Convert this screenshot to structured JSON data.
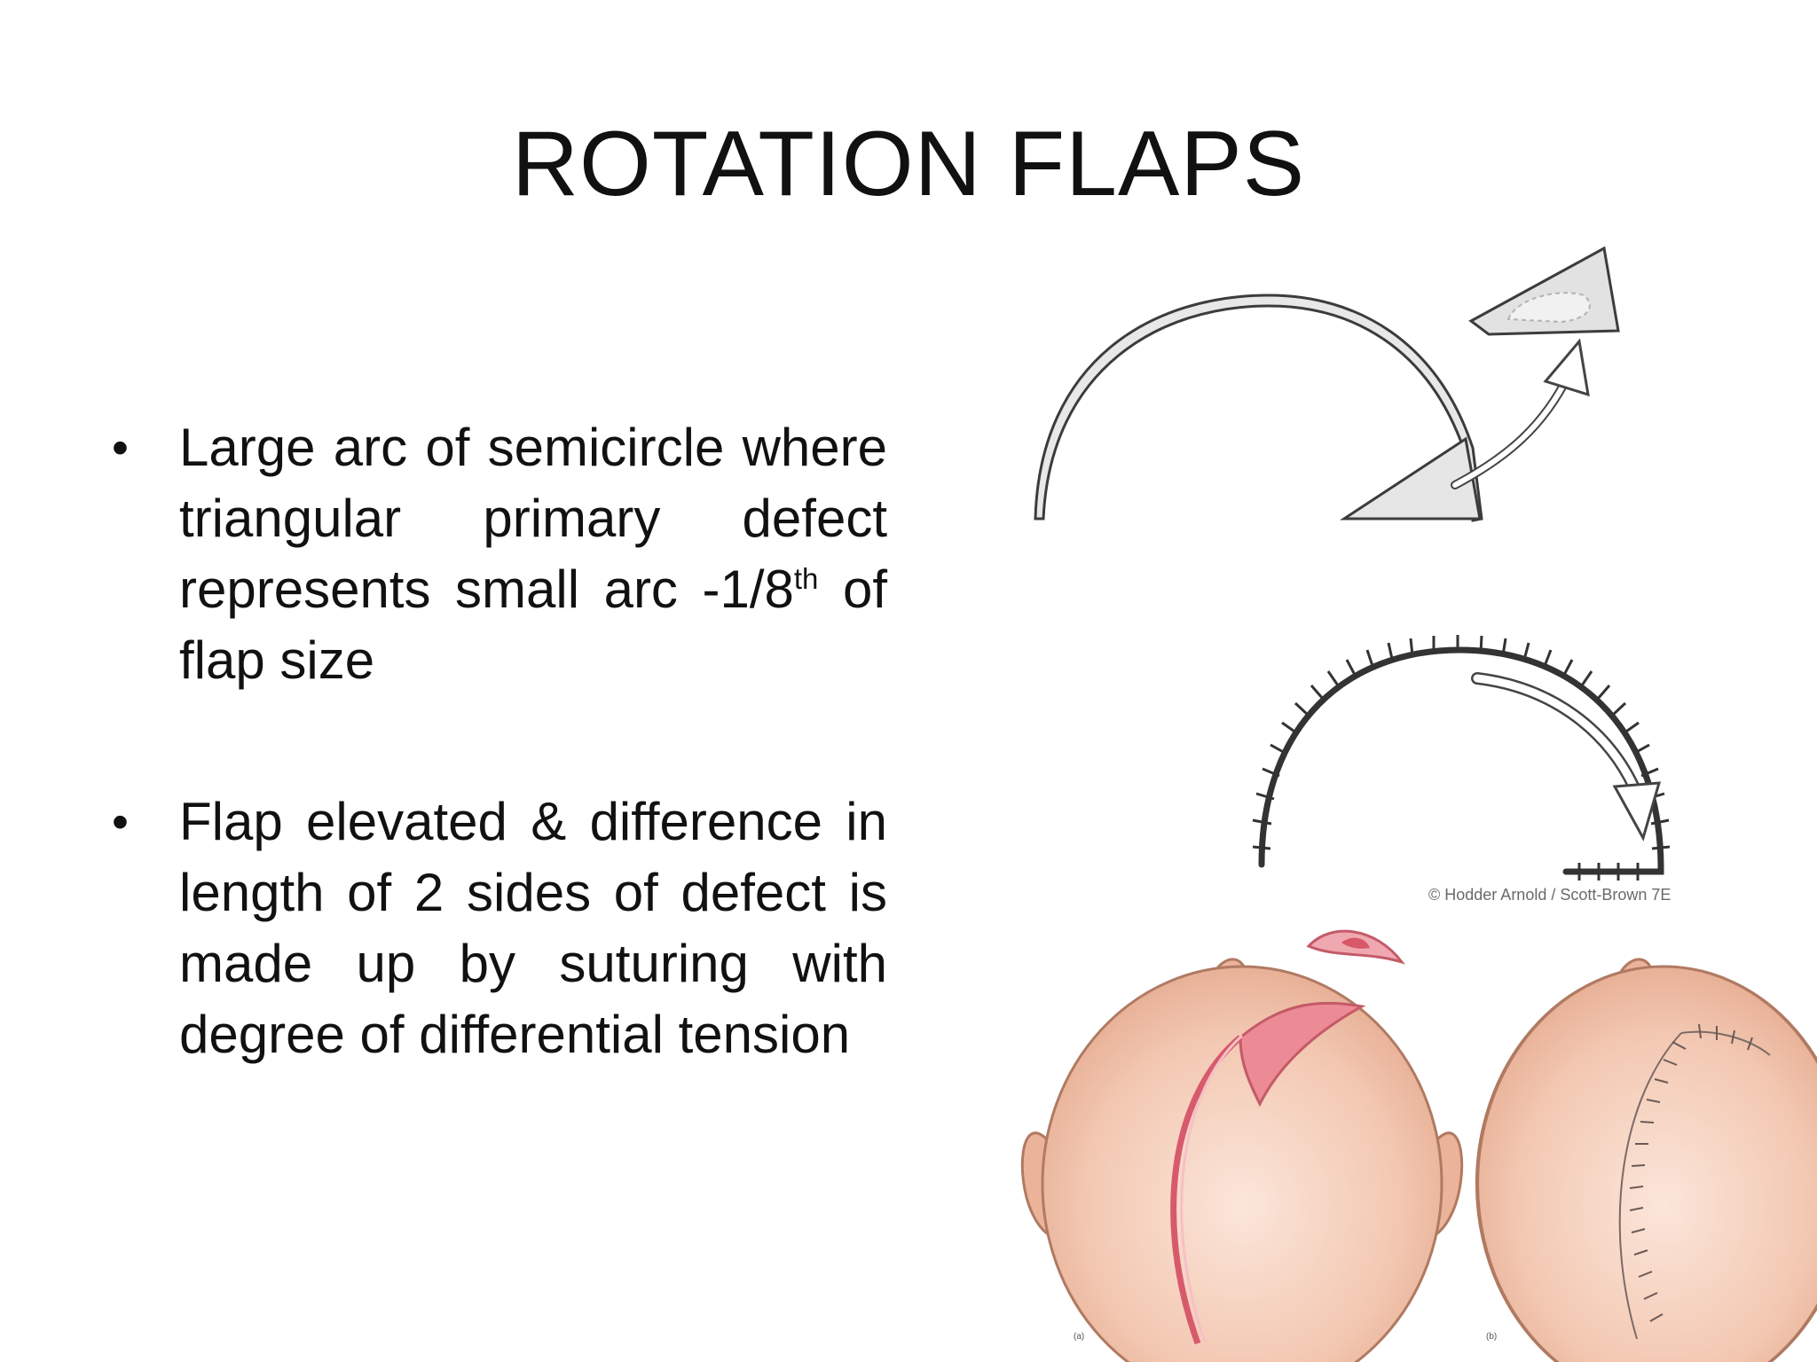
{
  "slide": {
    "title": "ROTATION FLAPS",
    "bullets": [
      {
        "marker": "•",
        "text_before": "Large arc of semicircle where triangular primary defect represents small arc -1/8",
        "superscript": "th",
        "text_after": " of flap size"
      },
      {
        "marker": "•",
        "text": "Flap elevated & difference in length of 2 sides of defect is made up by suturing with degree of differential tension"
      }
    ]
  },
  "figure": {
    "credit": "© Hodder Arnold / Scott-Brown 7E",
    "panel_labels": [
      "(a)",
      "(b)"
    ],
    "colors": {
      "skin": "#f2c6b0",
      "wound": "#e36a7a",
      "outline": "#444444",
      "flap_fill": "#e6e6e6"
    }
  }
}
